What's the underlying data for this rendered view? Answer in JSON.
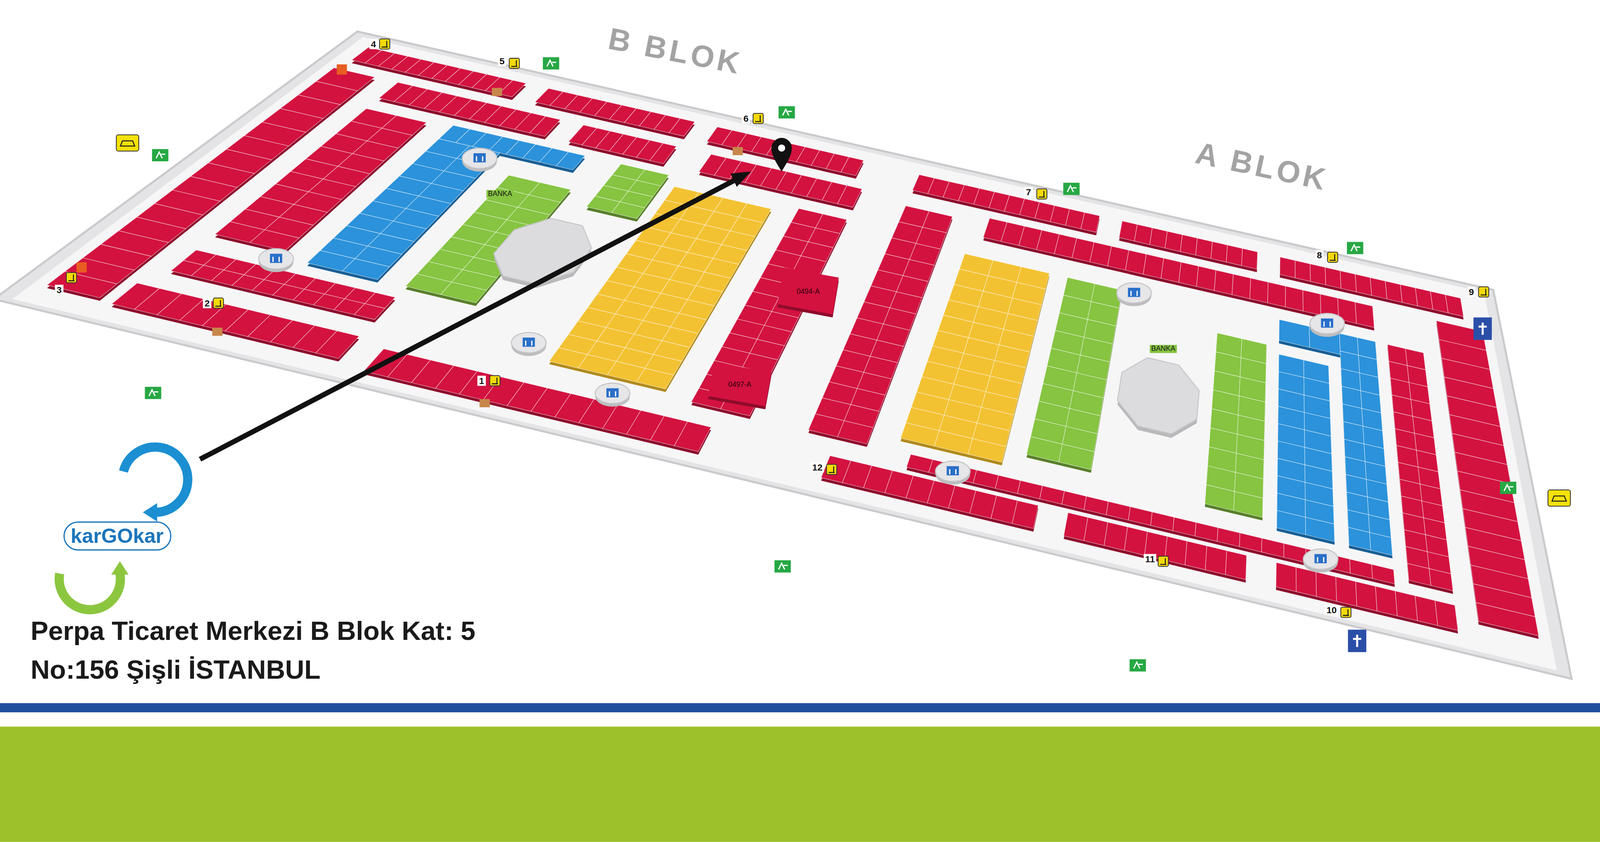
{
  "diagram": {
    "nodes": [
      {
        "text": [
          "karGOkar"
        ]
      }
    ],
    "labels": [
      "B BLOK",
      "A BLOK",
      "1",
      "2",
      "3",
      "4",
      "5",
      "6",
      "7",
      "8",
      "9",
      "10",
      "11",
      "12",
      "BANKA",
      "BANKA",
      "0494-A",
      "0497-A",
      "Perpa Ticaret Merkezi B Blok Kat: 5",
      "No:156 Şişli İSTANBUL"
    ]
  }
}
